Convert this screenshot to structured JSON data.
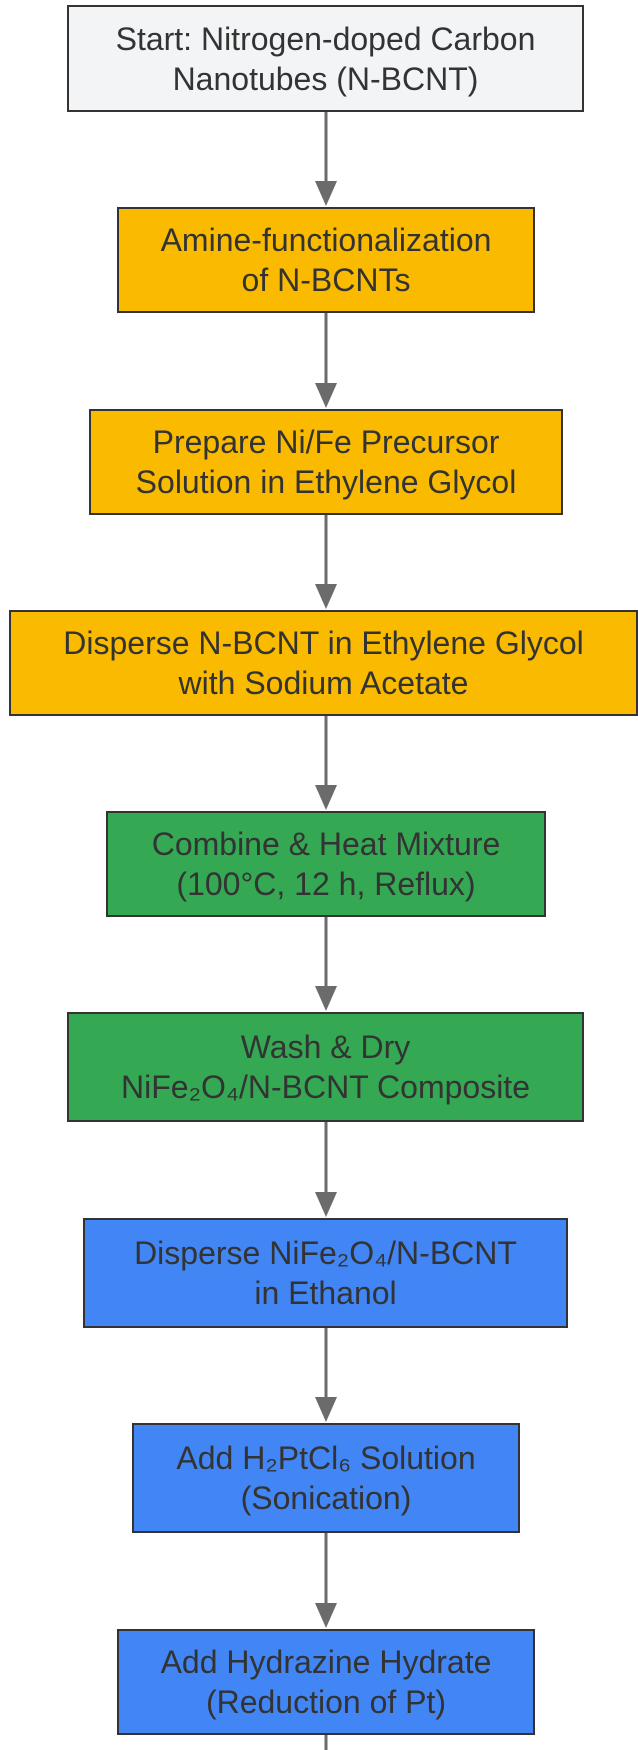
{
  "colors": {
    "start": "#F3F4F6",
    "orange": "#F9BA00",
    "green": "#34A853",
    "blue": "#4285F4",
    "border": "#333333",
    "arrow": "#6B6B6B",
    "text": "#333333"
  },
  "nodes": [
    {
      "id": "start",
      "lines": [
        "Start: Nitrogen-doped Carbon",
        "Nanotubes (N-BCNT)"
      ],
      "color": "start"
    },
    {
      "id": "amine",
      "lines": [
        "Amine-functionalization",
        "of N-BCNTs"
      ],
      "color": "orange"
    },
    {
      "id": "precursor",
      "lines": [
        "Prepare Ni/Fe Precursor",
        "Solution in Ethylene Glycol"
      ],
      "color": "orange"
    },
    {
      "id": "disperse-nbcnt",
      "lines": [
        "Disperse N-BCNT in Ethylene Glycol",
        "with Sodium Acetate"
      ],
      "color": "orange"
    },
    {
      "id": "combine-heat",
      "lines": [
        "Combine & Heat Mixture",
        "(100°C, 12 h, Reflux)"
      ],
      "color": "green"
    },
    {
      "id": "wash-dry",
      "lines": [
        "Wash & Dry",
        "NiFe₂O₄/N-BCNT Composite"
      ],
      "color": "green"
    },
    {
      "id": "disperse-ethanol",
      "lines": [
        "Disperse NiFe₂O₄/N-BCNT",
        "in Ethanol"
      ],
      "color": "blue"
    },
    {
      "id": "add-h2ptcl6",
      "lines": [
        "Add H₂PtCl₆ Solution",
        "(Sonication)"
      ],
      "color": "blue"
    },
    {
      "id": "add-hydrazine",
      "lines": [
        "Add Hydrazine Hydrate",
        "(Reduction of Pt)"
      ],
      "color": "blue"
    }
  ]
}
